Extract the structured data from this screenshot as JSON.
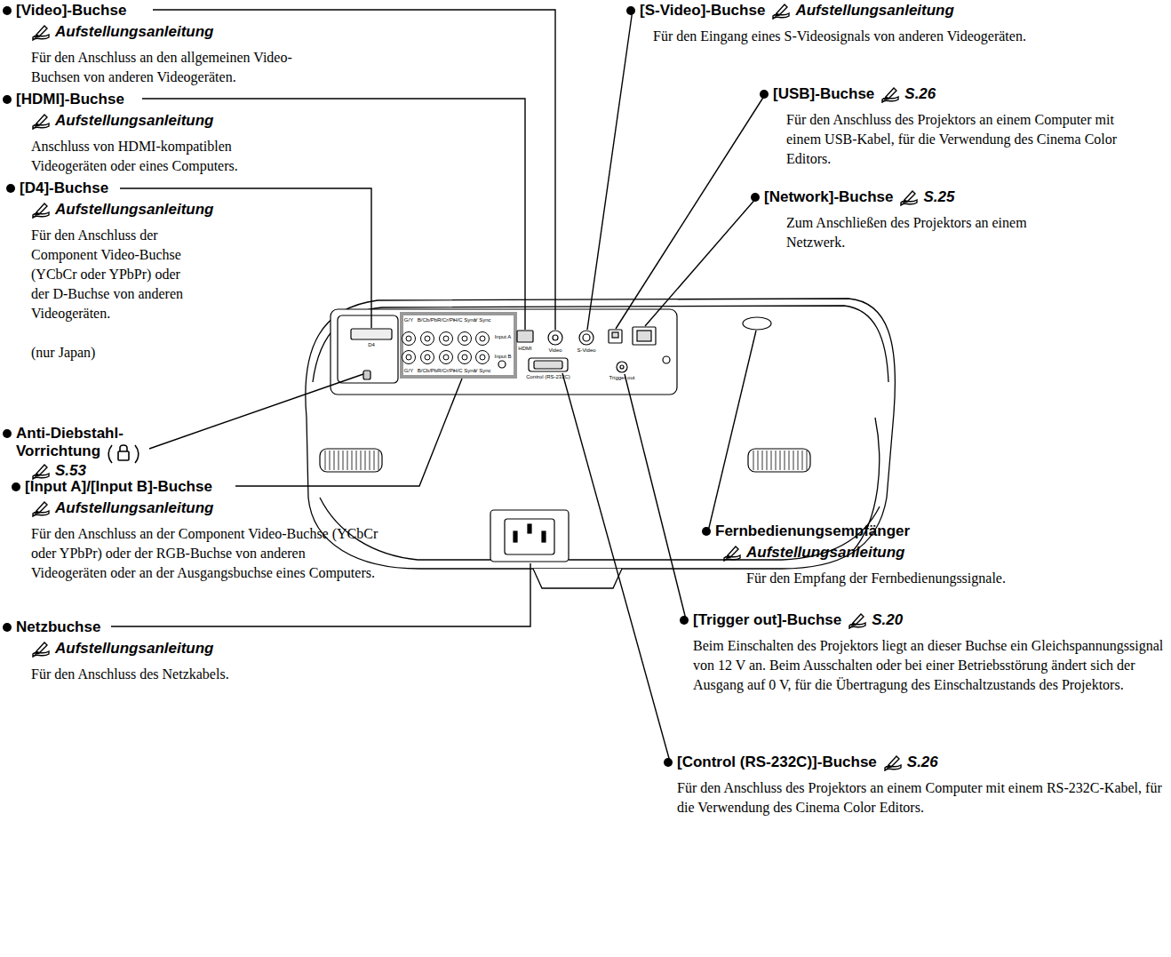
{
  "diagram": {
    "labels": [
      "[Video]-Buchse",
      "Aufstellungsanleitung",
      "Für den Anschluss an den allgemeinen Video-Buchsen von anderen Videogeräten.",
      "[HDMI]-Buchse",
      "Aufstellungsanleitung",
      "Anschluss von HDMI-kompatiblen Videogeräten oder eines Computers.",
      "[D4]-Buchse",
      "Aufstellungsanleitung",
      "Für den Anschluss der Component Video-Buchse (YCbCr oder YPbPr) oder der D-Buchse von anderen Videogeräten.",
      "(nur Japan)",
      "Anti-Diebstahl-Vorrichtung",
      "S.53",
      "[Input A]/[Input B]-Buchse",
      "Aufstellungsanleitung",
      "Für den Anschluss an der Component Video-Buchse (YCbCr oder YPbPr) oder der RGB-Buchse von anderen Videogeräten oder an der Ausgangsbuchse eines Computers.",
      "Netzbuchse",
      "Aufstellungsanleitung",
      "Für den Anschluss des Netzkabels.",
      "[S-Video]-Buchse",
      "Aufstellungsanleitung",
      "Für den Eingang eines S-Videosignals von anderen Videogeräten.",
      "[USB]-Buchse",
      "S.26",
      "Für den Anschluss des Projektors an einem Computer mit einem USB-Kabel, für die Verwendung des Cinema Color Editors.",
      "[Network]-Buchse",
      "S.25",
      "Zum Anschließen des Projektors an einem Netzwerk.",
      "Fernbedienungsempfänger",
      "Aufstellungsanleitung",
      "Für den Empfang der Fernbedienungssignale.",
      "[Trigger out]-Buchse",
      "S.20",
      "Beim Einschalten des Projektors liegt an dieser Buchse ein Gleichspannungssignal von 12 V an. Beim Ausschalten oder bei einer Betriebsstörung ändert sich der Ausgang auf 0 V, für die Übertragung des Einschaltzustands des Projektors.",
      "[Control (RS-232C)]-Buchse",
      "S.26",
      "Für den Anschluss des Projektors an einem Computer mit einem RS-232C-Kabel, für die Verwendung des Cinema Color Editors.",
      "D4",
      "G/Y",
      "B/Cb/Pb",
      "R/Cr/Pr",
      "H/C Sync",
      "V Sync",
      "Input A",
      "Input B",
      "G/Y",
      "B/Cb/Pb",
      "R/Cr/Pr",
      "H/C Sync",
      "V Sync",
      "HDMI",
      "Video",
      "S-Video",
      "Control (RS-232C)",
      "Trigger out"
    ]
  }
}
